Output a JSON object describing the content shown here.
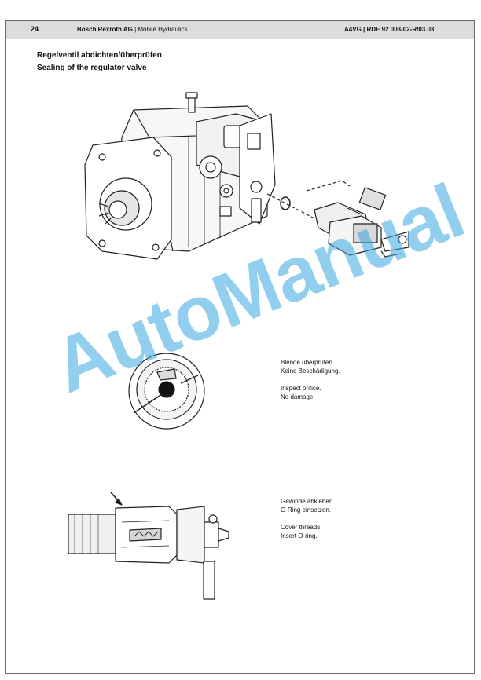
{
  "header": {
    "page_number": "24",
    "company": "Bosch Rexroth AG",
    "separator": "|",
    "division": "Mobile Hydraulics",
    "product": "A4VG",
    "doc_ref": "RDE 92 003-02-R/03.03"
  },
  "titles": {
    "german": "Regelventil abdichten/überprüfen",
    "english": "Sealing of the regulator valve"
  },
  "figure2": {
    "line1_de": "Blende überprüfen.",
    "line2_de": "Keine Beschädigung.",
    "line1_en": "Inspect orifice.",
    "line2_en": "No damage."
  },
  "figure3": {
    "line1_de": "Gewinde abkleben.",
    "line2_de": "O-Ring einsetzen.",
    "line1_en": "Cover threads.",
    "line2_en": "Insert O-ring."
  },
  "watermark": {
    "text": "AutoManual",
    "color": "#3aa7e0"
  }
}
